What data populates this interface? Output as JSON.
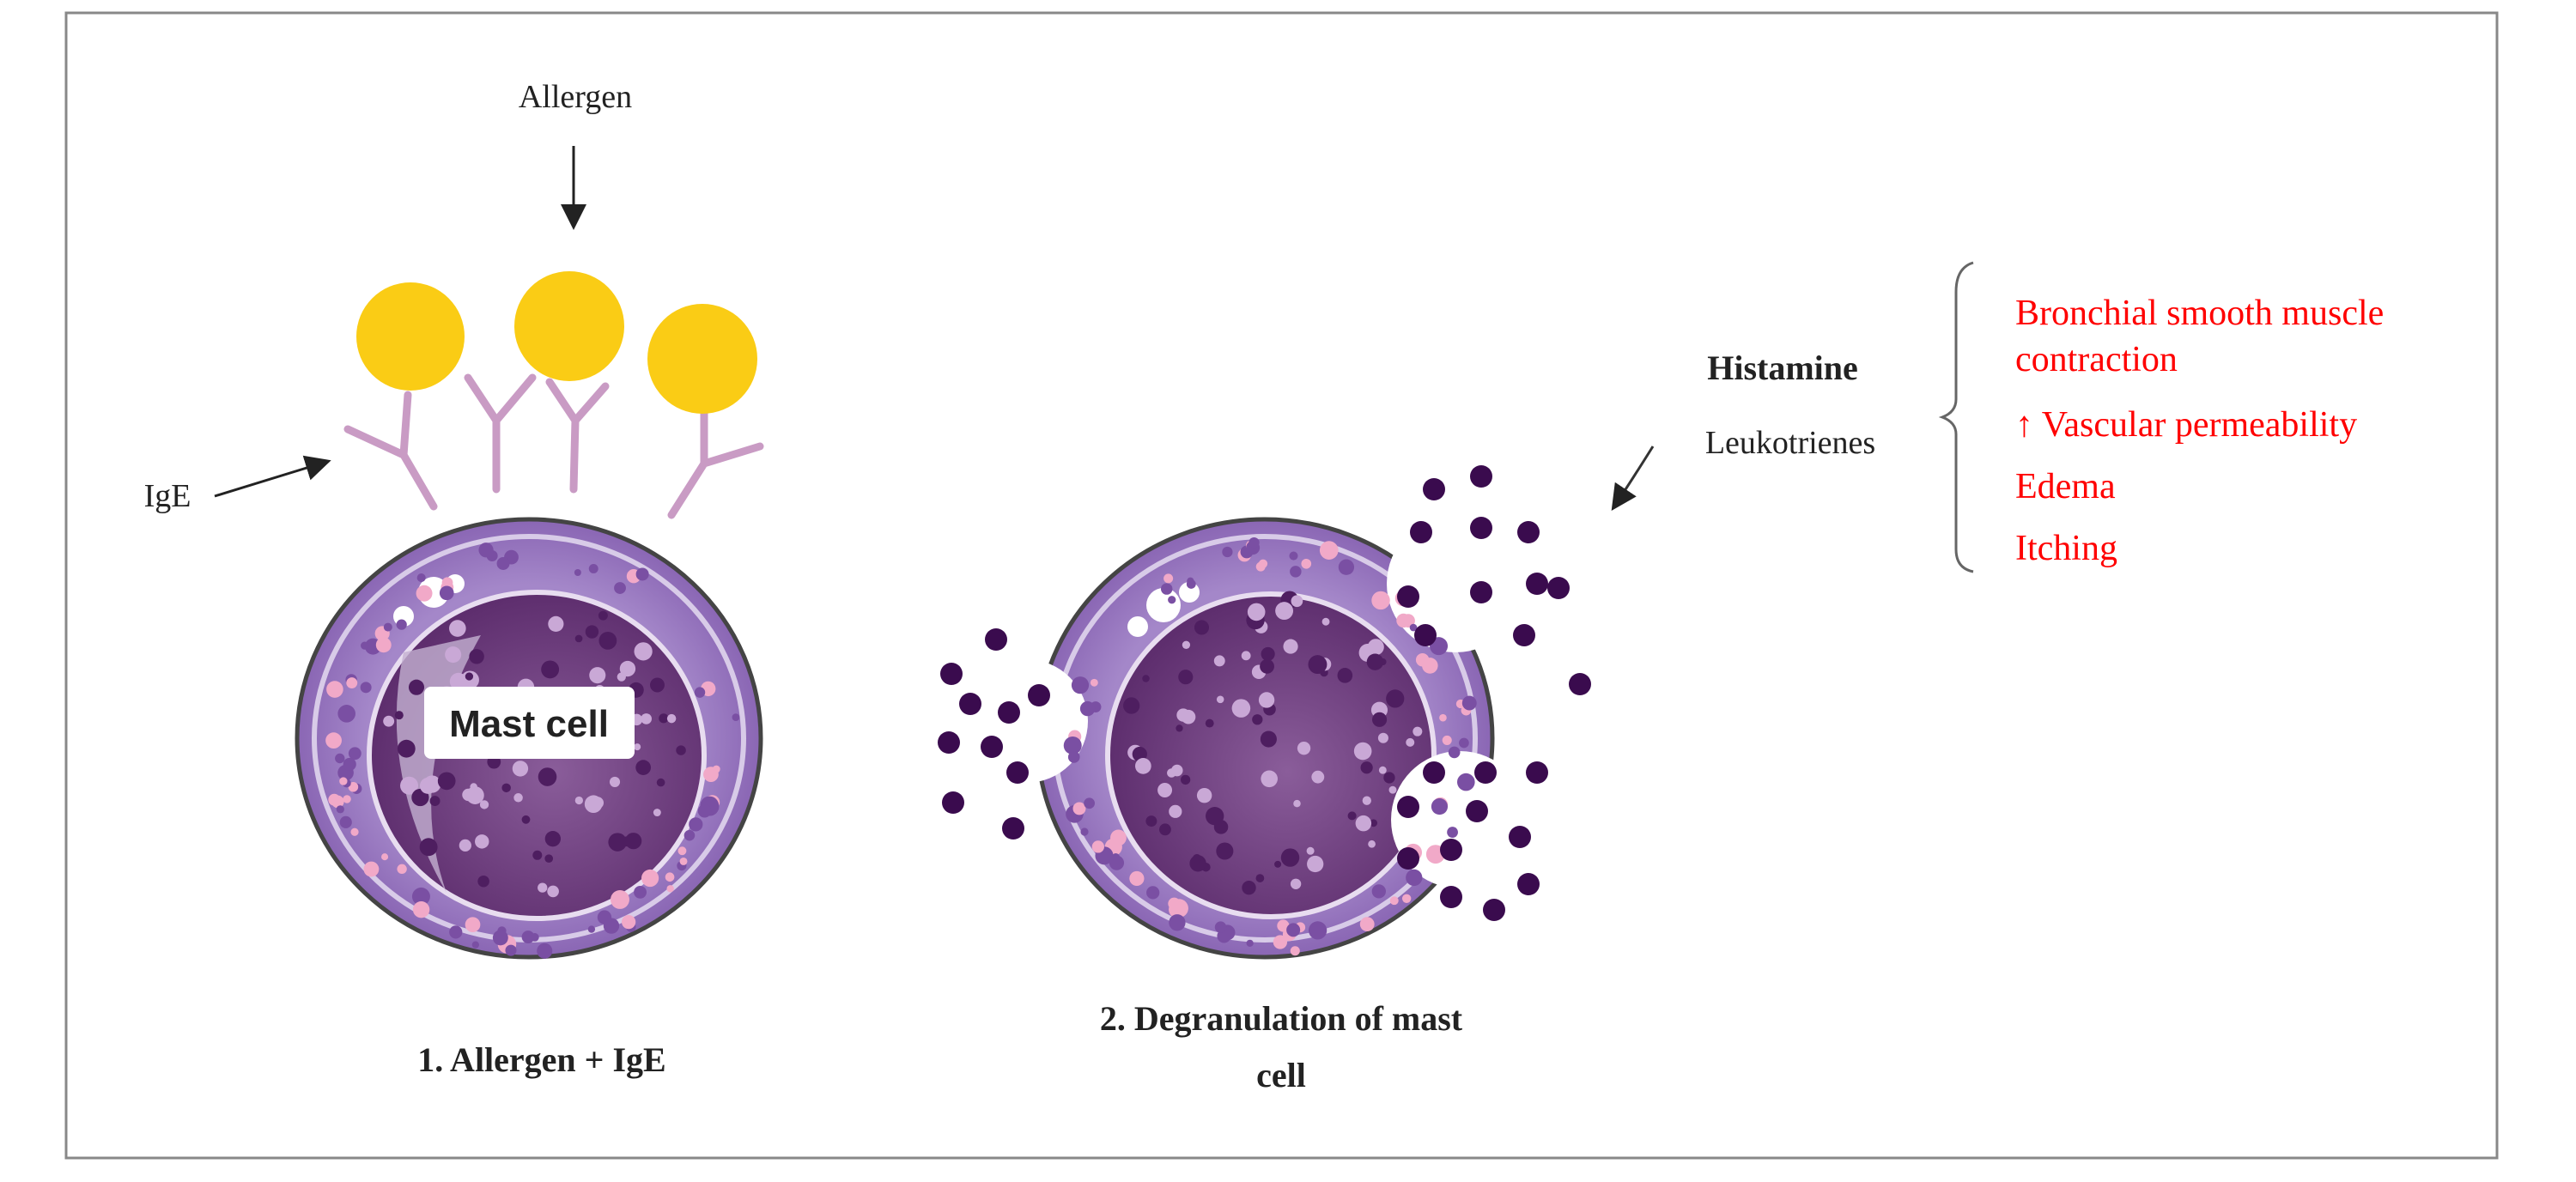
{
  "labels": {
    "allergen": "Allergen",
    "ige": "IgE",
    "mast_cell": "Mast cell",
    "histamine": "Histamine",
    "leukotrienes": "Leukotrienes"
  },
  "captions": {
    "step1": "1. Allergen + IgE",
    "step2_line1": "2. Degranulation of mast",
    "step2_line2": "cell"
  },
  "effects": {
    "items": [
      "Bronchial smooth muscle",
      "contraction",
      "↑ Vascular permeability",
      "Edema",
      "Itching"
    ]
  },
  "colors": {
    "allergen": "#FACC15",
    "cell_outer": "#9B7BC0",
    "nucleus": "#7A4E8C",
    "granule": "#3A0B4E",
    "effects_text": "#FF0000"
  }
}
